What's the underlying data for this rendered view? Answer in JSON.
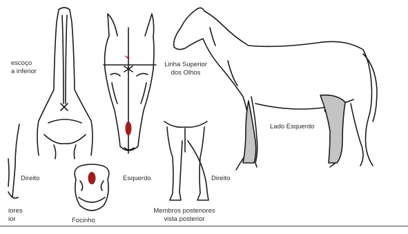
{
  "colors": {
    "line": "#1a1a1a",
    "marking_white": "#ffffff",
    "marking_red": "#a01e1e",
    "leg_gray": "#c4c4c4"
  },
  "labels": {
    "neck_line1": "escoço",
    "neck_line2": "a inferior",
    "eye_line_line1": "Linha Superior",
    "eye_line_line2": "dos Olhos",
    "left_side": "Lado Esquerdo",
    "right_front": "Direito",
    "muzzle": "Focinho",
    "left_legs": "Esquerdo",
    "right_legs": "Direito",
    "hind_legs_line1": "Membros posteriores",
    "hind_legs_line2": "vista posterior",
    "front_legs_line1": "iores",
    "front_legs_line2": "ior"
  }
}
